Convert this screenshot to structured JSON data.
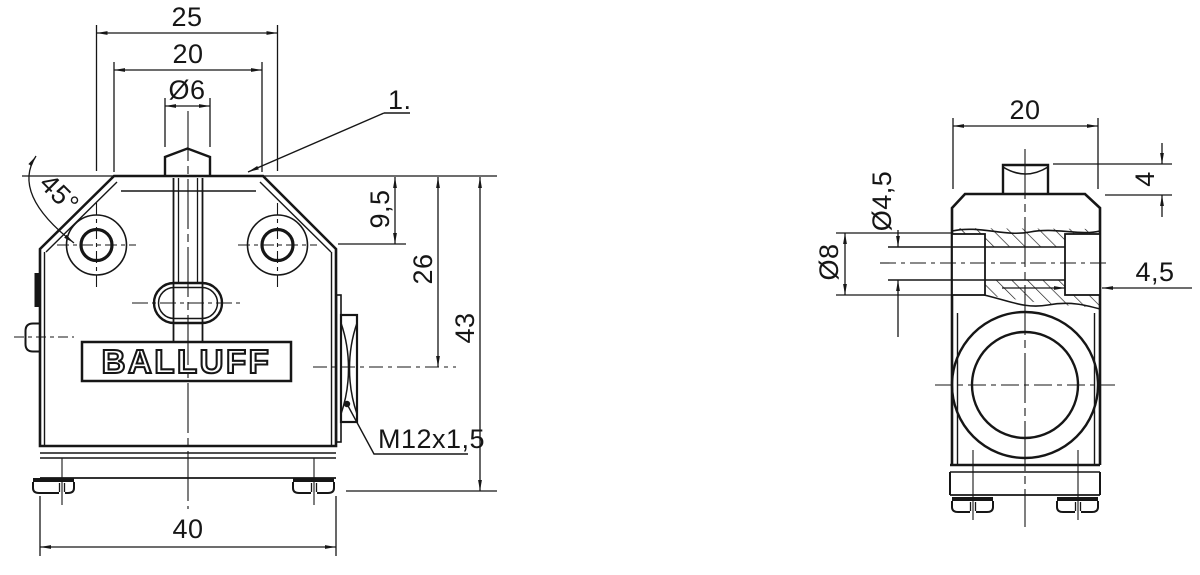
{
  "colors": {
    "line": "#161616",
    "background": "#ffffff"
  },
  "brand_logo": "BALLUFF",
  "front_view": {
    "dims": {
      "hole_spacing": "25",
      "head_width": "20",
      "plunger_diameter": "Ø6",
      "chamfer_angle": "45°",
      "top_to_hole_center": "9,5",
      "top_to_connector_center": "26",
      "total_height": "43",
      "body_width": "40"
    },
    "labels": {
      "connector_thread": "M12x1,5",
      "note_reference": "1."
    }
  },
  "side_view": {
    "dims": {
      "body_depth": "20",
      "plunger_protrusion": "4",
      "hole_diameter": "Ø4,5",
      "counterbore_diameter": "Ø8",
      "counterbore_depth": "4,5"
    }
  }
}
